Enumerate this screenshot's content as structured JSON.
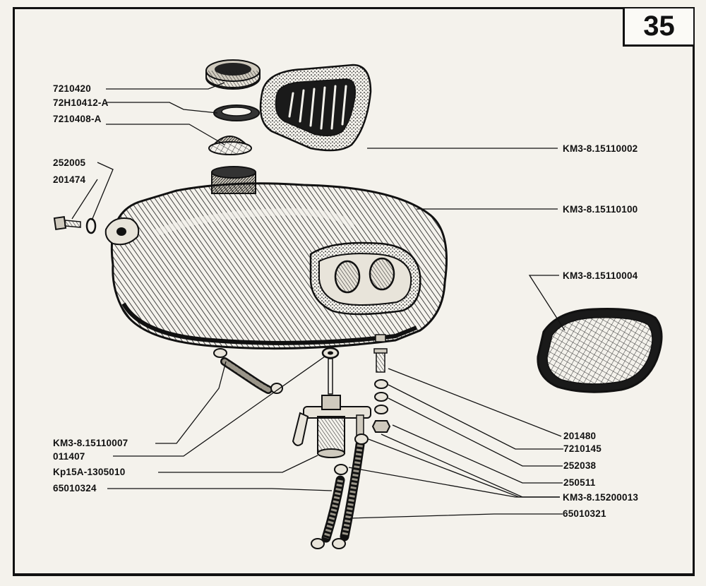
{
  "page": {
    "number": "35"
  },
  "parts": {
    "filler_cap": "7210420",
    "cap_gasket": "72H10412-A",
    "filler_strainer": "7210408-A",
    "bolt": "252005",
    "washer": "201474",
    "knee_pad_left": "KM3-8.15110002",
    "fuel_tank": "KM3-8.15110100",
    "knee_pad_right": "KM3-8.15110004",
    "fuel_hose_upper": "KM3-8.15110007",
    "tap_gasket": "011407",
    "fuel_tap": "Kp15A-1305010",
    "fuel_hose_left": "65010324",
    "stud_washer": "201480",
    "spring_washer": "7210145",
    "flat_washer": "252038",
    "nut": "250511",
    "hose_clamp": "KM3-8.15200013",
    "fuel_hose_right": "65010321"
  }
}
